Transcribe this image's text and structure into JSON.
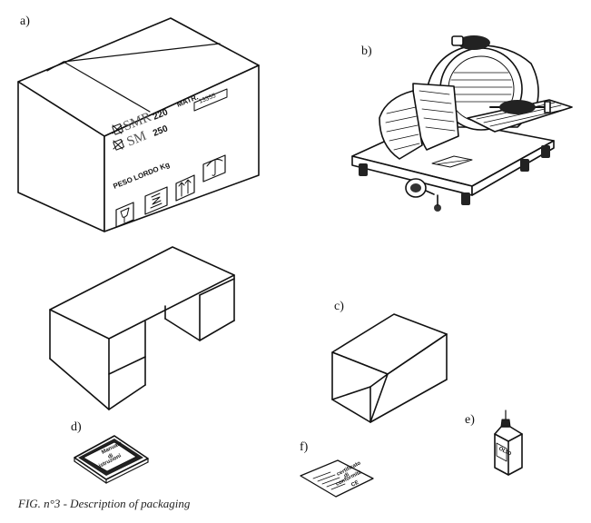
{
  "labels": {
    "a": "a)",
    "b": "b)",
    "c": "c)",
    "d": "d)",
    "e": "e)",
    "f": "f)"
  },
  "box_markings": {
    "matr_label": "MATR.",
    "matr_value": "13355",
    "model1_name": "SMR",
    "model1_size": "220",
    "model2_name": "SM",
    "model2_size": "250",
    "weight_label": "PESO LORDO Kg"
  },
  "manual": {
    "line1": "Manuale",
    "line2": "di",
    "line3": "istruzioni"
  },
  "certificate": {
    "line1": "certificato",
    "line2": "di",
    "line3": "conformità",
    "line4": "CE"
  },
  "oil_label": "OLIO",
  "caption": "FIG. n°3 - Description of packaging"
}
